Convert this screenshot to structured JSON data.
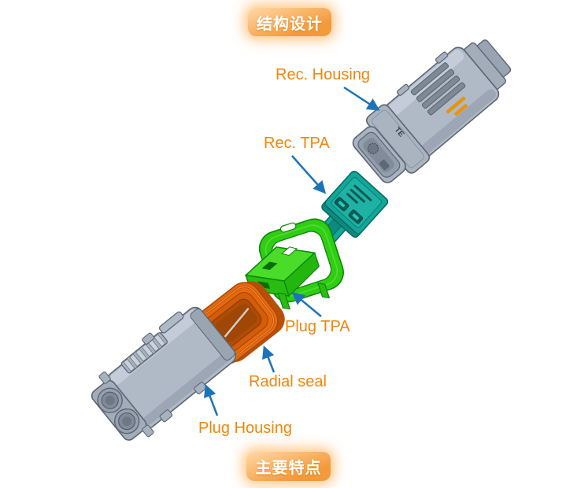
{
  "theme": {
    "label_color": "#F0860B",
    "arrow_color": "#1E73B8",
    "badge_text_color": "#FFFFFF",
    "badge_gradient_top": "#FFD9A6",
    "badge_gradient_bottom": "#F39A3A",
    "badge_glow": "rgba(255,189,116,0.85)"
  },
  "badges": {
    "top": {
      "label": "结构设计"
    },
    "bottom": {
      "label": "主要特点"
    }
  },
  "diagram": {
    "type": "exploded-view-connector",
    "parts": [
      {
        "id": "rec-housing",
        "label": "Rec. Housing",
        "color": "#B0BAC6",
        "logo": "TE"
      },
      {
        "id": "rec-tpa",
        "label": "Rec. TPA",
        "color": "#12A79A"
      },
      {
        "id": "plug-tpa",
        "label": "Plug TPA",
        "color": "#2FCD14"
      },
      {
        "id": "radial-seal",
        "label": "Radial seal",
        "color": "#E8690D"
      },
      {
        "id": "plug-housing",
        "label": "Plug Housing",
        "color": "#B0BAC6"
      }
    ]
  }
}
